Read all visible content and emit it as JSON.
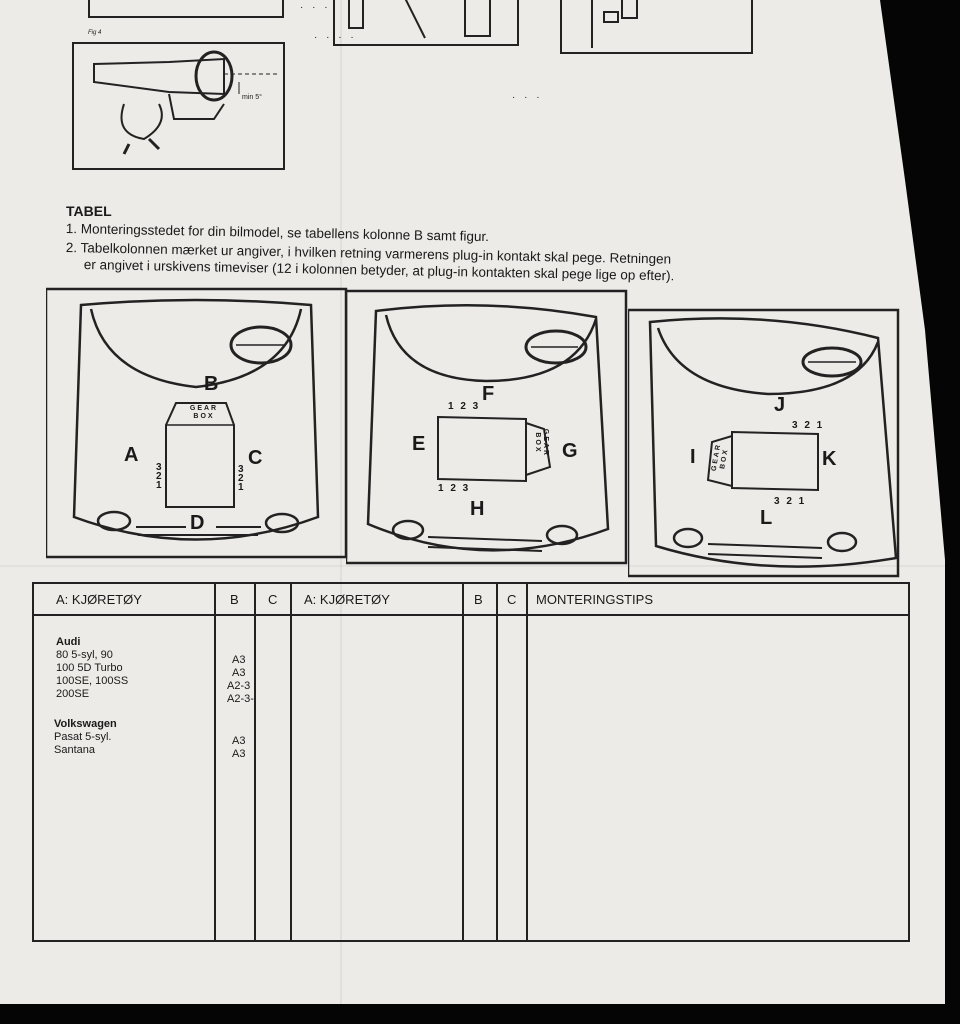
{
  "figure": {
    "label": "Fig 4",
    "annotation": "min 5°"
  },
  "tabel": {
    "heading": "TABEL",
    "items": [
      "1.  Monteringsstedet for din bilmodel, se tabellens kolonne B samt figur.",
      "2.  Tabelkolonnen mærket ur angiver, i hvilken retning varmerens plug-in kontakt skal pege. Retningen",
      "er angivet i urskivens timeviser (12 i kolonnen betyder, at plug-in kontakten skal pege lige op efter)."
    ]
  },
  "diagrams": {
    "panel1": {
      "top": "B",
      "left": "A",
      "right": "C",
      "bottom": "D",
      "gearbox": "GEAR BOX",
      "left_nums": "3 2 1",
      "right_nums": "3 2 1"
    },
    "panel2": {
      "top": "F",
      "left": "E",
      "right": "G",
      "bottom": "H",
      "gearbox": "GEAR BOX",
      "top_nums": "1 2 3",
      "bottom_nums": "1 2 3"
    },
    "panel3": {
      "top": "J",
      "left": "I",
      "right": "K",
      "bottom": "L",
      "gearbox": "GEAR BOX",
      "top_nums": "3 2 1",
      "bottom_nums": "3 2 1"
    }
  },
  "table": {
    "headers": {
      "col1": "A: KJØRETØY",
      "col2": "B",
      "col3": "C",
      "col4": "A: KJØRETØY",
      "col5": "B",
      "col6": "C",
      "col7": "MONTERINGSTIPS"
    },
    "groups": [
      {
        "make": "Audi",
        "rows": [
          {
            "model": "80 5-syl, 90",
            "b": "A3"
          },
          {
            "model": "100 5D Turbo",
            "b": "A3"
          },
          {
            "model": "100SE, 100SS",
            "b": "A2-3"
          },
          {
            "model": "200SE",
            "b": "A2-3-"
          }
        ]
      },
      {
        "make": "Volkswagen",
        "rows": [
          {
            "model": "Pasat 5-syl.",
            "b": "A3"
          },
          {
            "model": "Santana",
            "b": "A3"
          }
        ]
      }
    ]
  }
}
